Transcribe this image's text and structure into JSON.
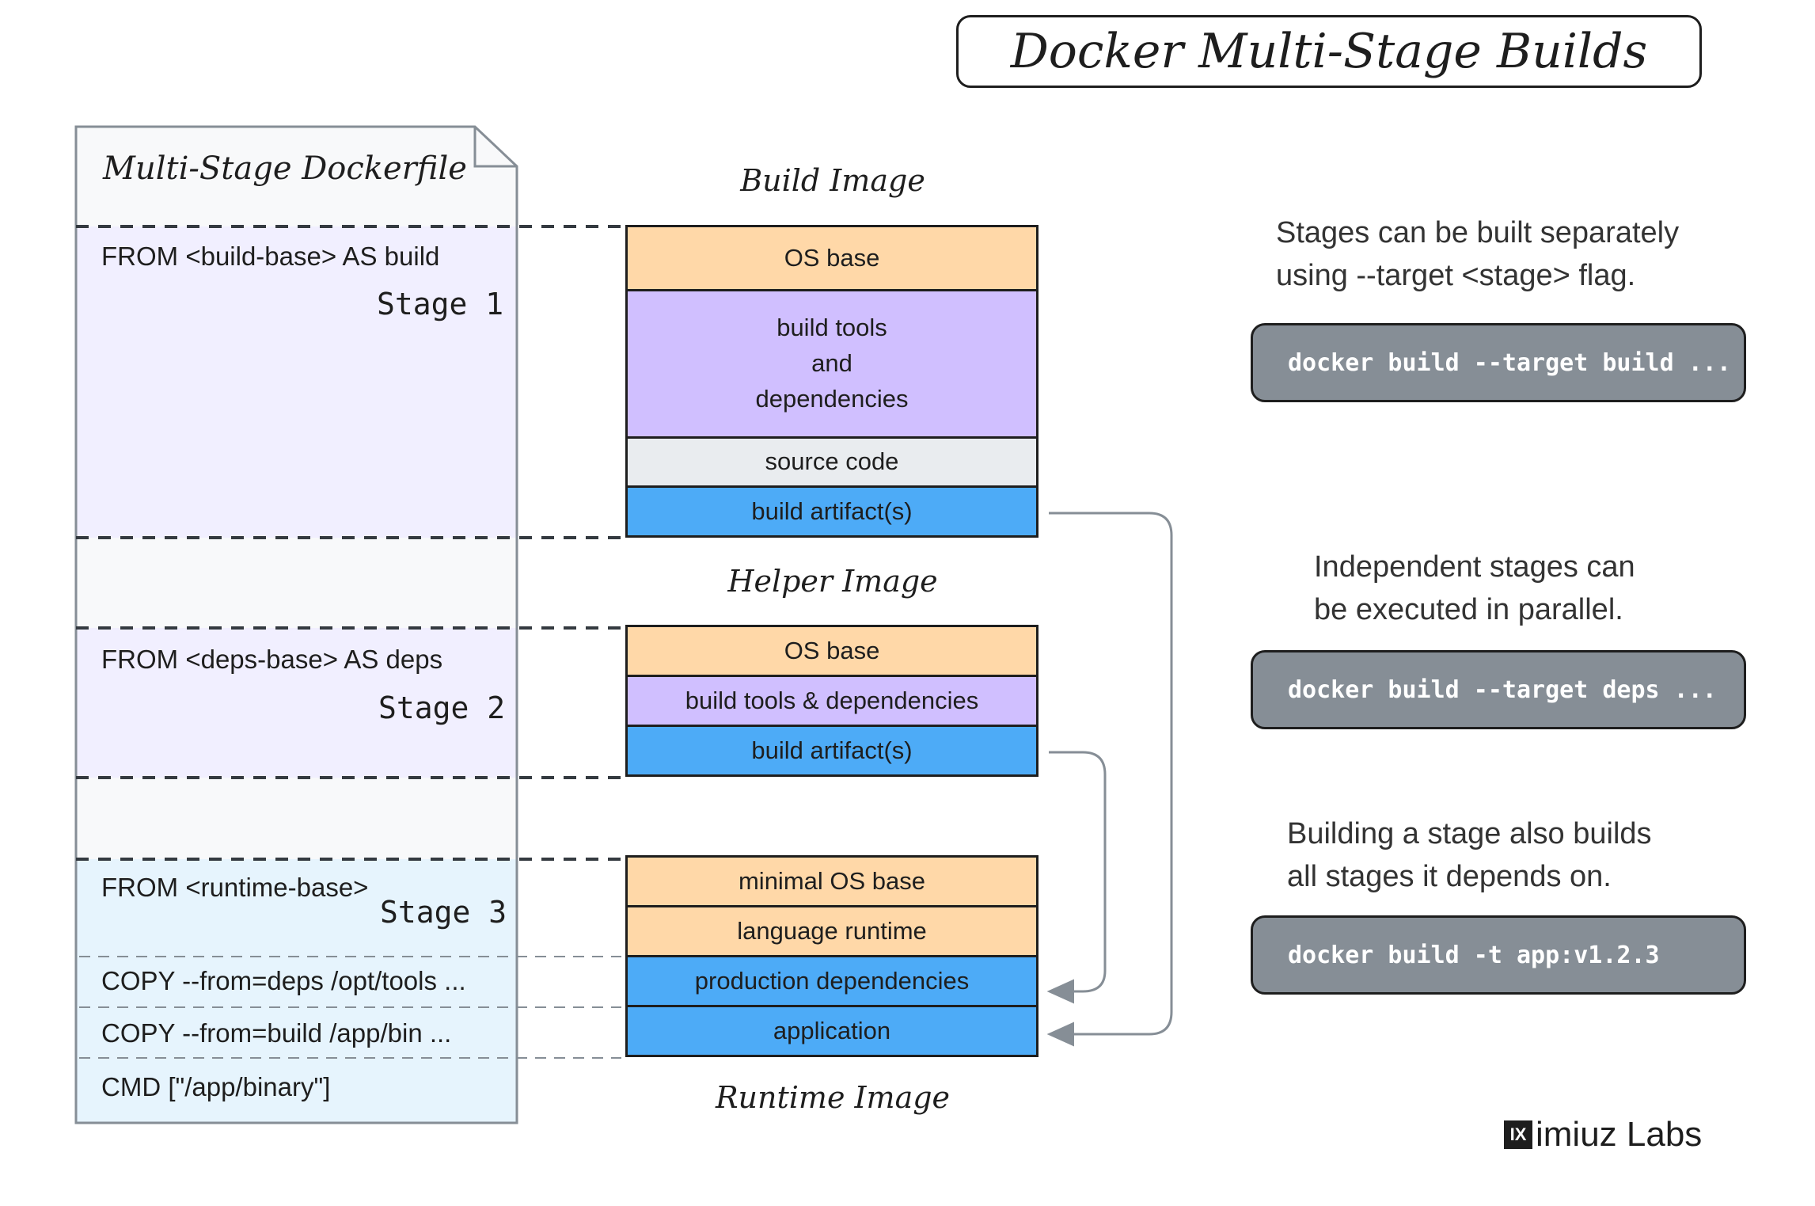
{
  "title": "Docker Multi-Stage Builds",
  "dockerfile": {
    "label": "Multi-Stage Dockerfile",
    "stage1": {
      "from": "FROM <build-base> AS build",
      "label": "Stage 1"
    },
    "stage2": {
      "from": "FROM <deps-base> AS deps",
      "label": "Stage 2"
    },
    "stage3": {
      "from": "FROM <runtime-base>",
      "label": "Stage 3",
      "copy_tools": "COPY  --from=deps /opt/tools ...",
      "copy_bin": "COPY  --from=build /app/bin ...",
      "cmd": "CMD [\"/app/binary\"]"
    }
  },
  "build_image": {
    "title": "Build Image",
    "layers": {
      "os_base": "OS base",
      "build_tools_1": "build tools",
      "build_tools_2": "and",
      "build_tools_3": "dependencies",
      "source_code": "source code",
      "artifact": "build artifact(s)"
    }
  },
  "helper_image": {
    "title": "Helper Image",
    "layers": {
      "os_base": "OS base",
      "build_tools": "build tools & dependencies",
      "artifact": "build artifact(s)"
    }
  },
  "runtime_image": {
    "title": "Runtime Image",
    "layers": {
      "minimal_os": "minimal OS base",
      "language_runtime": "language runtime",
      "prod_deps": "production dependencies",
      "application": "application"
    }
  },
  "notes": {
    "note1_line1": "Stages can be built separately",
    "note1_line2": "using --target <stage> flag.",
    "code1": "docker build --target build ...",
    "note2_line1": "Independent stages can",
    "note2_line2": "be executed in parallel.",
    "code2": "docker build --target deps ...",
    "note3_line1": "Building a stage also builds",
    "note3_line2": "all stages it depends on.",
    "code3": "docker build -t app:v1.2.3"
  },
  "brand": {
    "mark": "IX",
    "name": "imiuz Labs"
  },
  "colors": {
    "os_base": "#ffd8a8",
    "build_tools": "#d0bfff",
    "source_code": "#e9ecef",
    "artifact": "#4dabf7",
    "stage_purple": "#f1efff",
    "stage_blue": "#e6f4fd",
    "doc_bg": "#f8f9fa",
    "code_bg": "#868e96",
    "arrow": "#868e96"
  }
}
